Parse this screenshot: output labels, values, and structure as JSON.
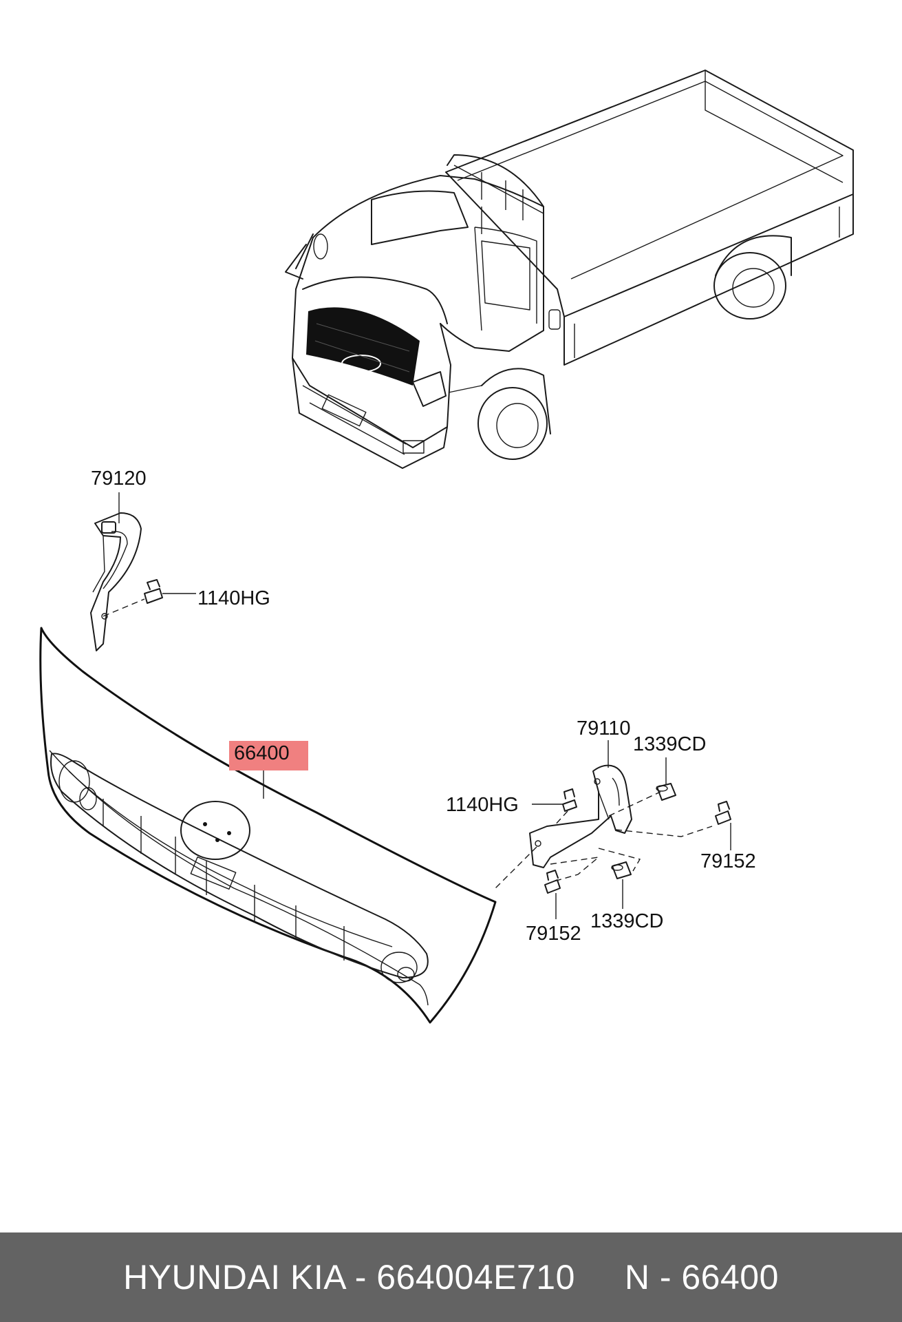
{
  "highlight_color": "#f08080",
  "footer_color": "#636363",
  "labels": {
    "grille_part": "66400",
    "left_bracket": "79120",
    "left_bolt": "1140HG",
    "right_bracket": "79110",
    "right_nut_top": "1339CD",
    "right_bolt": "1140HG",
    "right_screw_right": "79152",
    "right_screw_left": "79152",
    "right_nut_bottom": "1339CD"
  },
  "footer": {
    "text": "HYUNDAI KIA - 664004E710     N - 66400"
  }
}
